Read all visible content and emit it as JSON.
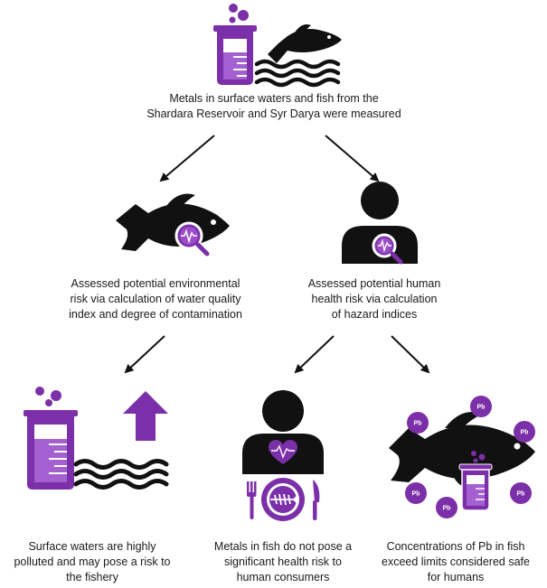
{
  "colors": {
    "purple": "#7b2fa8",
    "purple_light": "#a45fd0",
    "black": "#111111"
  },
  "nodes": {
    "top": [
      "Metals in surface waters and fish from the",
      "Shardara Reservoir and Syr Darya were measured"
    ],
    "env": [
      "Assessed potential environmental",
      "risk via calculation of water quality",
      "index and degree of contamination"
    ],
    "health": [
      "Assessed potential human",
      "health risk via calculation",
      "of hazard indices"
    ],
    "water_result": [
      "Surface waters are highly",
      "polluted and may pose a risk to",
      "the fishery"
    ],
    "fish_result": [
      "Metals in fish do not pose a",
      "significant health risk to",
      "human consumers"
    ],
    "pb_result": [
      "Concentrations of Pb in fish",
      "exceed limits considered safe",
      "for humans"
    ]
  },
  "pb_symbol": "Pb",
  "icons": [
    "beaker-icon",
    "fish-icon",
    "waves-icon",
    "magnifier-icon",
    "person-icon",
    "heart-icon",
    "plate-icon",
    "fork-icon",
    "knife-icon",
    "arrow-up-icon"
  ]
}
